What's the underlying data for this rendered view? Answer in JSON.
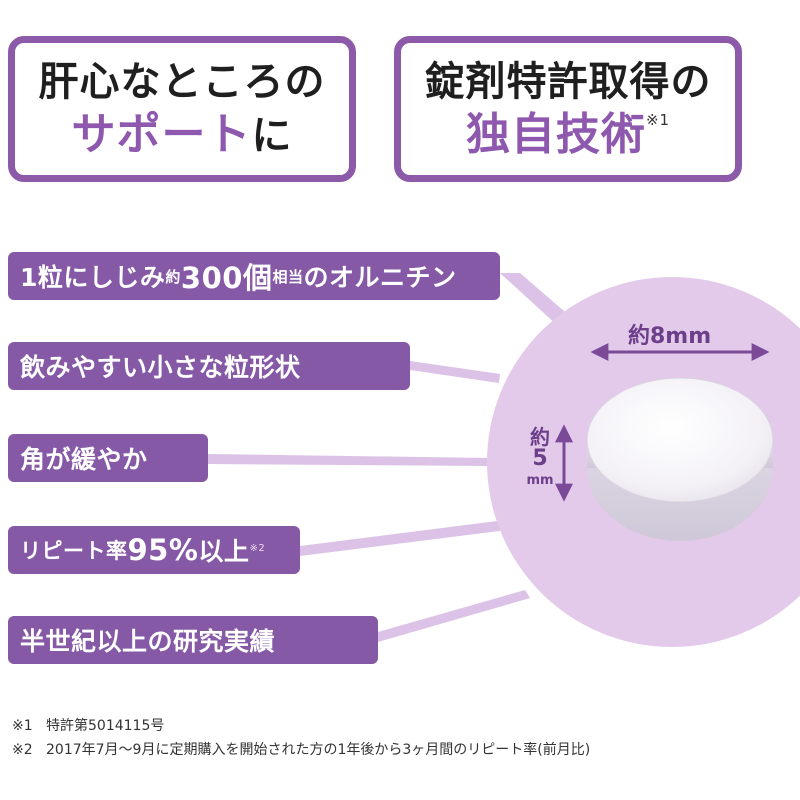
{
  "headline_left": {
    "line1": "肝心なところの",
    "accent": "サポート",
    "suffix": "に"
  },
  "headline_right": {
    "line1": "錠剤特許取得の",
    "accent": "独自技術",
    "note_mark": "※1"
  },
  "features": [
    {
      "parts": [
        "1粒にしじみ",
        "約",
        "300個",
        "相当",
        "のオルニチン"
      ]
    },
    {
      "text": "飲みやすい小さな粒形状"
    },
    {
      "text": "角が緩やか"
    },
    {
      "parts": [
        "リピート率",
        "95%",
        "以上",
        "※2"
      ]
    },
    {
      "text": "半世紀以上の研究実績"
    }
  ],
  "tablet": {
    "width_label": "約8mm",
    "height_label": {
      "about": "約",
      "value": "5",
      "unit": "mm"
    }
  },
  "footnotes": [
    {
      "mark": "※1",
      "text": "特許第5014115号"
    },
    {
      "mark": "※2",
      "text": "2017年7月～9月に定期購入を開始された方の1年後から3ヶ月間のリピート率(前月比)"
    }
  ],
  "colors": {
    "brand_purple": "#8559a6",
    "circle_fill": "#e3c9ea",
    "connector": "#dcc2e6",
    "arrow": "#7a4a98"
  }
}
